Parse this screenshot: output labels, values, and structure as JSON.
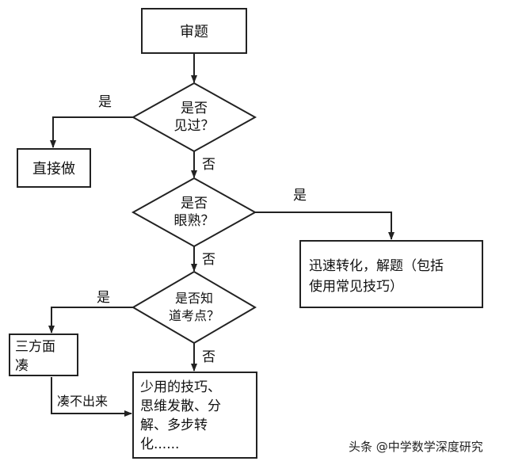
{
  "nodes": {
    "start": "审题",
    "q1": [
      "是否",
      "见过？"
    ],
    "direct": "直接做",
    "q2": [
      "是否",
      "眼熟？"
    ],
    "convert": [
      "迅速转化，解题（包括",
      "使用常见技巧）"
    ],
    "q3": [
      "是否知",
      "道考点？"
    ],
    "guess": [
      "三方面",
      "凑"
    ],
    "skills": [
      "少用的技巧、",
      "思维发散、分",
      "解、多步转",
      "化......"
    ]
  },
  "edge_labels": {
    "q1_yes": "是",
    "q1_no": "否",
    "q2_yes": "是",
    "q2_no": "否",
    "q3_yes": "是",
    "q3_no": "否",
    "guess_fail": "凑不出来"
  },
  "watermark": "头条 @中学数学深度研究"
}
